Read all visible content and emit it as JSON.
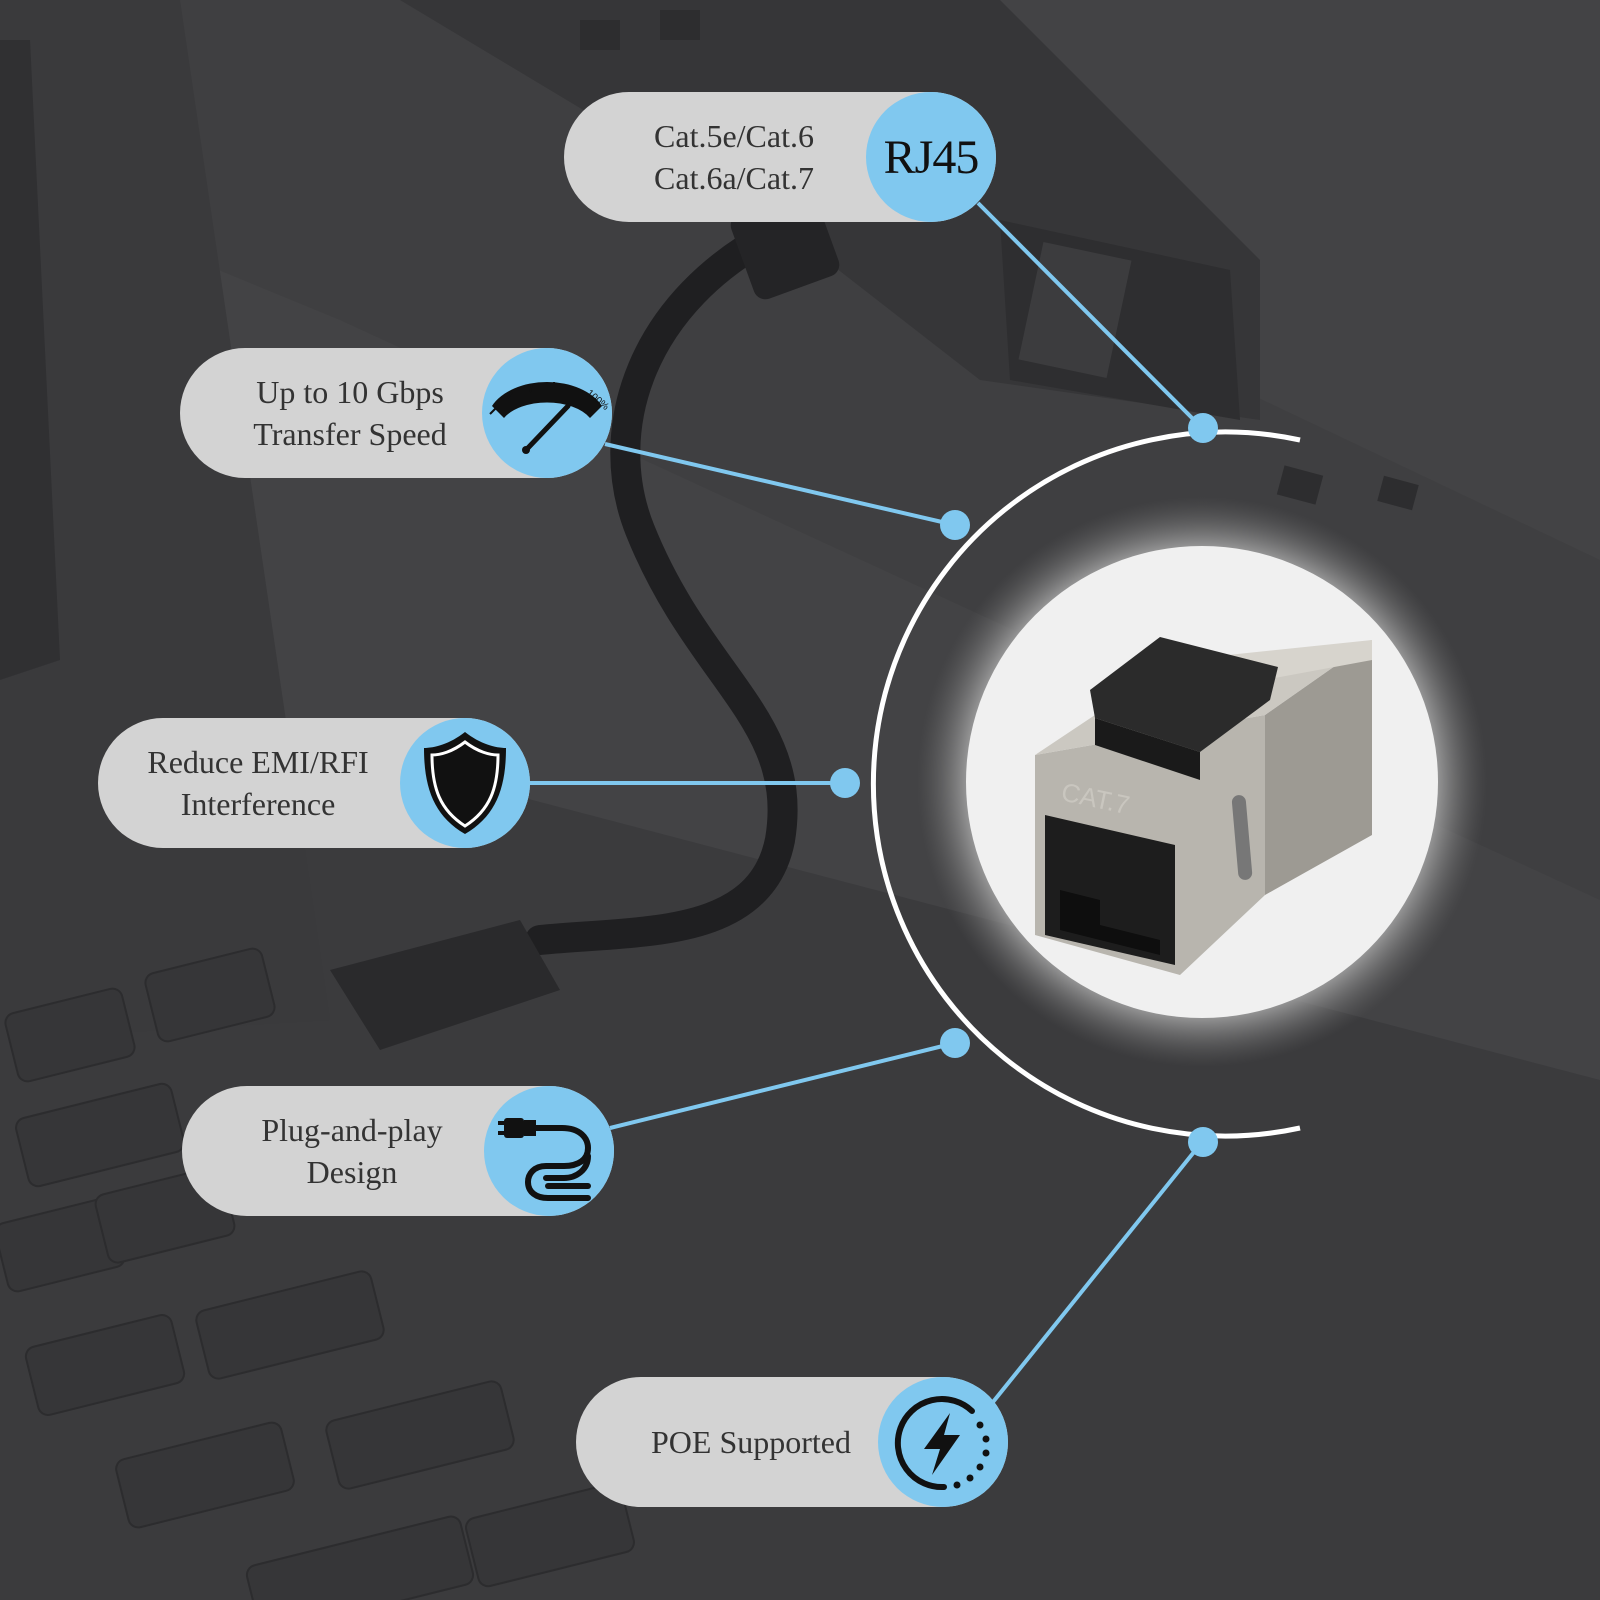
{
  "image": {
    "description_colors": {
      "background": "#434345",
      "pill": "#d3d3d3",
      "accent": "#80c8ef",
      "ring": "#ffffff",
      "text": "#333333"
    }
  },
  "features": [
    {
      "id": "rj45",
      "lines": [
        "Cat.5e/Cat.6",
        "Cat.6a/Cat.7"
      ],
      "badge_text": "RJ45",
      "icon": "rj45-text-badge"
    },
    {
      "id": "speed",
      "lines": [
        "Up to 10 Gbps",
        "Transfer Speed"
      ],
      "gauge_label": "100%",
      "icon": "speedometer-icon"
    },
    {
      "id": "emi",
      "lines": [
        "Reduce EMI/RFI",
        "Interference"
      ],
      "icon": "shield-icon"
    },
    {
      "id": "plug",
      "lines": [
        "Plug-and-play",
        "Design"
      ],
      "icon": "plug-cable-icon"
    },
    {
      "id": "poe",
      "lines": [
        "POE Supported"
      ],
      "icon": "lightning-icon"
    }
  ],
  "product": {
    "name_on_product": "CAT.7",
    "icon": "rj45-coupler-product"
  }
}
